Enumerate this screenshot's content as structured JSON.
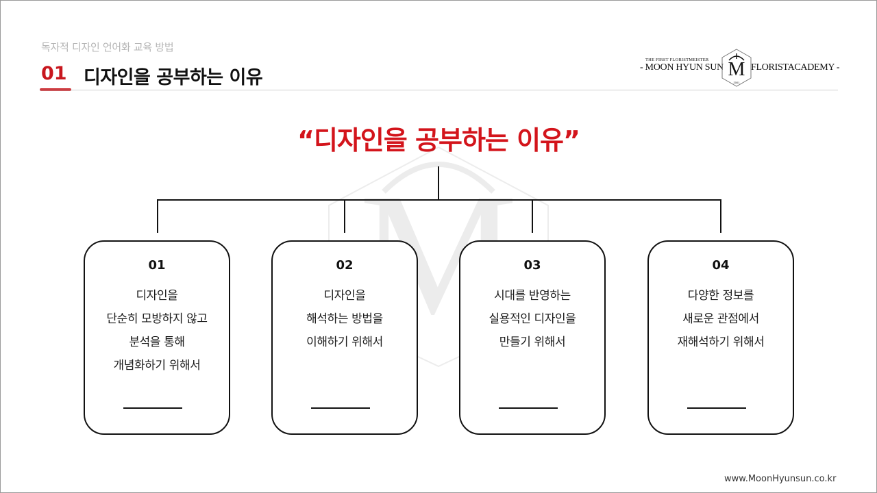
{
  "header": {
    "subtitle": "독자적 디자인 언어화 교육 방법",
    "section_number": "01",
    "section_title": "디자인을 공부하는 이유"
  },
  "logo": {
    "small_text": "THE FIRST FLORISTMEISTER",
    "left_text": "- MOON HYUN SUN",
    "right_text": "FLORISTACADEMY -"
  },
  "headline": "“디자인을 공부하는 이유”",
  "cards": [
    {
      "number": "01",
      "lines": [
        "디자인을",
        "단순히 모방하지 않고",
        "분석을 통해",
        "개념화하기 위해서"
      ]
    },
    {
      "number": "02",
      "lines": [
        "디자인을",
        "해석하는 방법을",
        "이해하기 위해서"
      ]
    },
    {
      "number": "03",
      "lines": [
        "시대를 반영하는",
        "실용적인 디자인을",
        "만들기 위해서"
      ]
    },
    {
      "number": "04",
      "lines": [
        "다양한 정보를",
        "새로운 관점에서",
        "재해석하기 위해서"
      ]
    }
  ],
  "footer": "www.MoonHyunsun.co.kr",
  "colors": {
    "accent": "#d3141b",
    "text": "#111111",
    "subtle": "#b5b5b5"
  }
}
